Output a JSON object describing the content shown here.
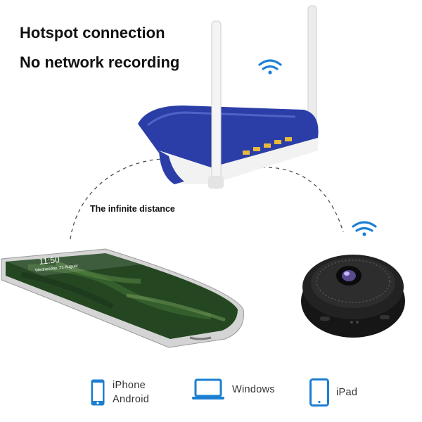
{
  "headline": {
    "line1": "Hotspot connection",
    "line2": "No network recording"
  },
  "caption": "The infinite distance",
  "phone_screen": {
    "time": "11:50",
    "date": "Wednesday, 21 August"
  },
  "devices": [
    {
      "icon": "smartphone-icon",
      "line1": "iPhone",
      "line2": "Android"
    },
    {
      "icon": "laptop-icon",
      "line1": "Windows",
      "line2": ""
    },
    {
      "icon": "tablet-icon",
      "line1": "iPad",
      "line2": ""
    }
  ],
  "colors": {
    "router_blue": "#2b3ea8",
    "wifi_blue": "#1e7fd6",
    "device_icon_blue": "#1b7fd1",
    "camera_black": "#161616"
  }
}
